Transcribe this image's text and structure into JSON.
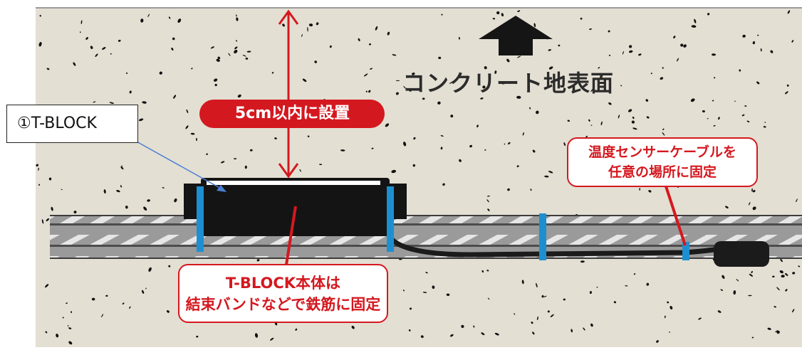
{
  "diagram": {
    "install_depth_label": "5cm以内に設置",
    "surface_label": "コンクリート地表面",
    "device_label": "①T-BLOCK",
    "band_callout": [
      "T-BLOCK本体は",
      "結束バンドなどで鉄筋に固定"
    ],
    "sensor_callout": [
      "温度センサーケーブルを",
      "任意の場所に固定"
    ],
    "colors": {
      "concrete": "#e4dfd3",
      "speckle": "#111111",
      "accent_red": "#d4181f",
      "rebar": "#8f8f8f",
      "band_blue": "#1d8fd1",
      "device_body": "#141414",
      "pointer_blue": "#4a7fd4"
    },
    "icons": [
      "up-arrow-icon",
      "double-arrow-icon"
    ]
  }
}
